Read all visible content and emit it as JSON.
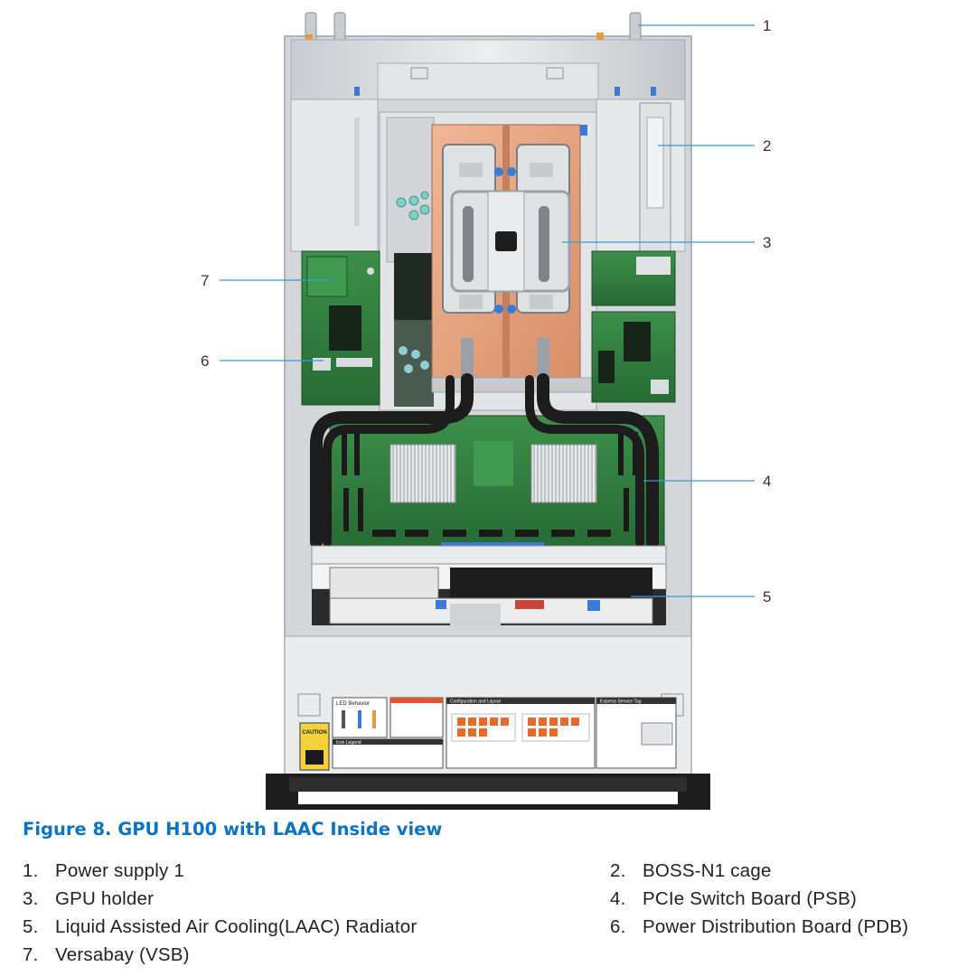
{
  "figure": {
    "title": "Figure 8. GPU H100 with LAAC Inside view"
  },
  "callouts": [
    "1",
    "2",
    "3",
    "4",
    "5",
    "6",
    "7"
  ],
  "legend": [
    {
      "num": "1.",
      "label": "Power supply 1"
    },
    {
      "num": "2.",
      "label": "BOSS-N1 cage"
    },
    {
      "num": "3.",
      "label": "GPU holder"
    },
    {
      "num": "4.",
      "label": "PCIe Switch Board (PSB)"
    },
    {
      "num": "5.",
      "label": "Liquid Assisted Air Cooling(LAAC) Radiator"
    },
    {
      "num": "6.",
      "label": "Power Distribution Board (PDB)"
    },
    {
      "num": "7.",
      "label": "Versabay (VSB)"
    }
  ],
  "labels": {
    "caution": "CAUTION",
    "led_behavior": "LED Behavior",
    "icon_legend": "Icon Legend",
    "configuration": "Configuration and Layout",
    "express_service": "Express Service Tag"
  },
  "colors": {
    "title_blue": "#0b73c3",
    "pcb_green": "#2f7d3d",
    "copper": "#e3a07e",
    "chassis": "#d9dcdf",
    "callout_line": "#2a9fd6"
  }
}
